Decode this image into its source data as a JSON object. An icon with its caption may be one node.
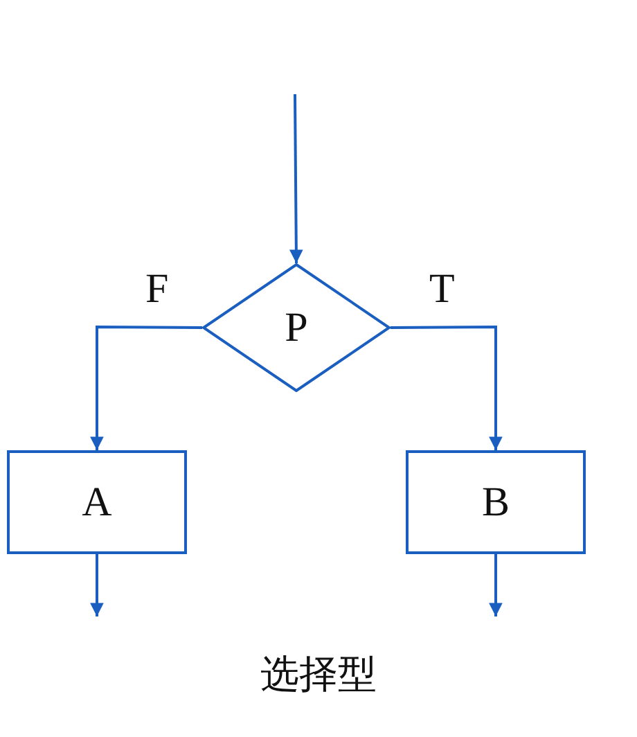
{
  "diagram": {
    "caption": "选择型",
    "nodes": [
      {
        "text": [
          "P"
        ]
      },
      {
        "text": [
          "A"
        ]
      },
      {
        "text": [
          "B"
        ]
      }
    ],
    "edges": [
      {
        "from": null,
        "to": 0,
        "arrow": "to"
      },
      {
        "from": 0,
        "to": 1,
        "arrow": "to",
        "label": "F"
      },
      {
        "from": 0,
        "to": 2,
        "arrow": "to",
        "label": "T"
      },
      {
        "from": 1,
        "to": null,
        "arrow": "to"
      },
      {
        "from": 2,
        "to": null,
        "arrow": "to"
      }
    ]
  }
}
